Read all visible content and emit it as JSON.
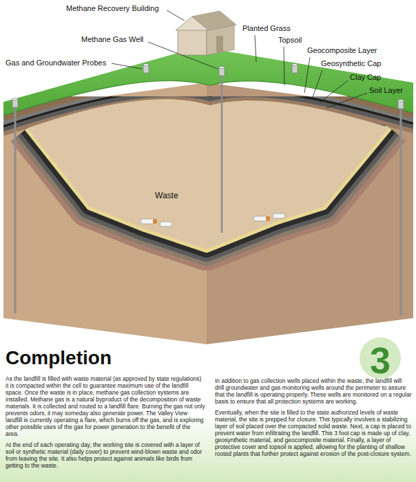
{
  "diagram": {
    "title": "Completion",
    "labels": [
      "Methane Recovery Building",
      "Planted Grass",
      "Methane Gas Well",
      "Topsoil",
      "Geocomposite Layer",
      "Gas and Groundwater Probes",
      "Geosynthetic Cap",
      "Clay Cap",
      "Soil Layer",
      "Waste",
      "3",
      "As the landfill is filled with waste material (as approved by state regulations) it is compacted within the cell to guarantee maximum use of the landfill space. Once the waste is in place, methane gas collection systems are installed. Methane gas is a natural byproduct of the decomposition of waste materials. It is collected and routed to a landfill flare. Burning the gas not only prevents odors, it may someday also generate power. The Valley View landfill is currently operating a flare, which burns off the gas, and is exploring other possible uses of the gas for power generation to the benefit of the area.",
      "At the end of each operating day, the working site is covered with a layer of soil or synthetic material (daily cover) to prevent wind-blown waste and odor from leaving the site. It also helps protect against animals like birds from getting to the waste.",
      "In addition to gas collection wells placed within the waste, the landfill will drill groundwater and gas monitoring wells around the perimeter to assure that the landfill is operating properly. These wells are monitored on a regular basis to ensure that all protection systems are working.",
      "Eventually, when the site is filled to the state authorized levels of waste material, the site is prepped for closure. This typically involves a stabilizing layer of soil placed over the compacted solid waste. Next, a cap is placed to prevent water from infiltrating the landfill. This 3 foot cap is made up of clay, geosynthetic material, and geocomposite material. Finally, a layer of protective cover and topsoil is applied, allowing for the planting of shallow rooted plants that further protect against erosion of the post-closure system."
    ]
  }
}
